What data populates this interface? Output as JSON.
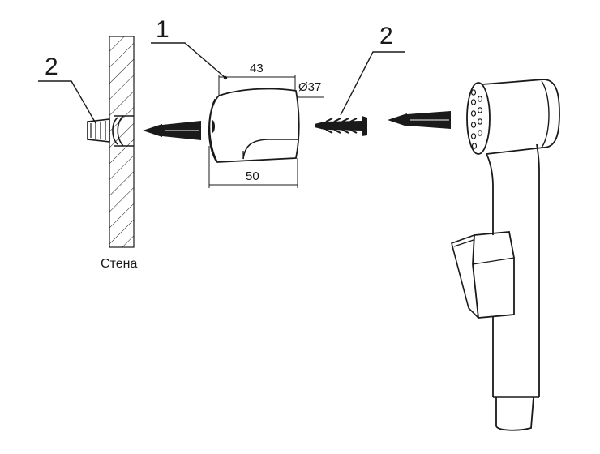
{
  "callouts": {
    "wall_anchor": "2",
    "holder": "1",
    "screw": "2"
  },
  "dimensions": {
    "top_width": "43",
    "diameter": "Ø37",
    "bottom_width": "50"
  },
  "wall_label": "Стена",
  "colors": {
    "stroke": "#1a1a1a",
    "fill": "#ffffff"
  },
  "icons": {
    "arrow": "assembly-direction-arrow"
  }
}
